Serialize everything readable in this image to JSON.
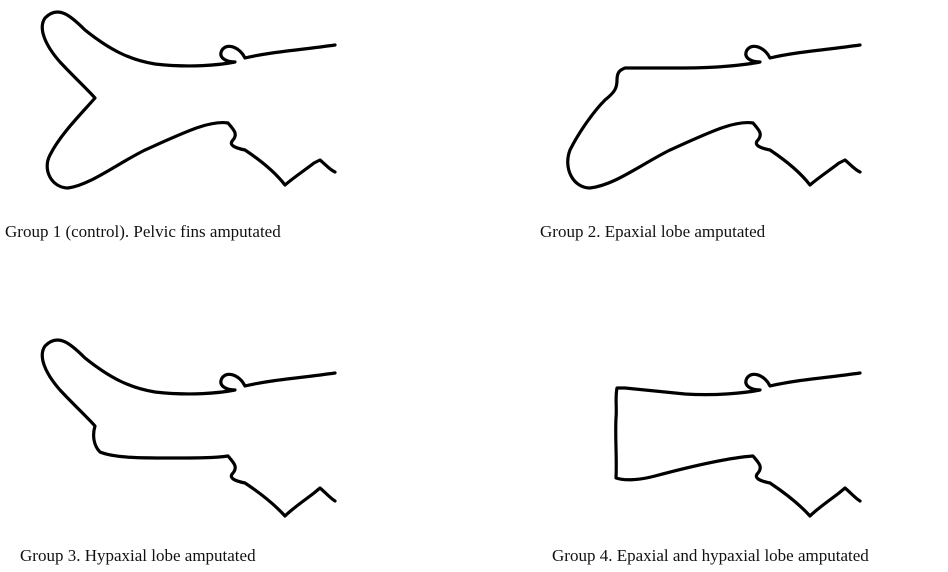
{
  "figure": {
    "panels": [
      {
        "caption": "Group 1  (control). Pelvic fins amputated",
        "shape": "tail-outline-complete-fork-icon"
      },
      {
        "caption": "Group 2. Epaxial lobe amputated",
        "shape": "tail-outline-epaxial-lobe-removed-icon"
      },
      {
        "caption": "Group 3. Hypaxial lobe amputated",
        "shape": "tail-outline-hypaxial-lobe-removed-icon"
      },
      {
        "caption": "Group 4. Epaxial and hypaxial lobe amputated",
        "shape": "tail-outline-both-lobes-removed-icon"
      }
    ]
  }
}
